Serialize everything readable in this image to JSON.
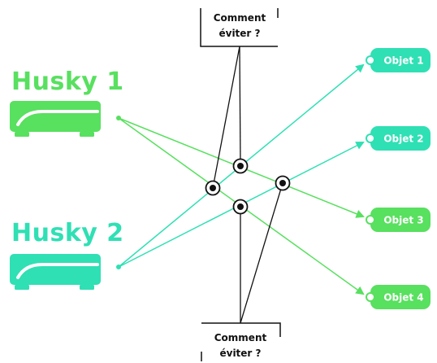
{
  "huskies": [
    {
      "title": "Husky 1",
      "color": "#58e05f"
    },
    {
      "title": "Husky 2",
      "color": "#2fe0b4"
    }
  ],
  "objects": [
    {
      "label": "Objet 1",
      "color": "#2fe0b4"
    },
    {
      "label": "Objet 2",
      "color": "#2fe0b4"
    },
    {
      "label": "Objet 3",
      "color": "#58e05f"
    },
    {
      "label": "Objet 4",
      "color": "#58e05f"
    }
  ],
  "comments": [
    {
      "line1": "Comment",
      "line2": "éviter ?"
    },
    {
      "line1": "Comment",
      "line2": "éviter ?"
    }
  ],
  "colors": {
    "husky1_green": "#58e05f",
    "husky2_teal": "#2fe0b4",
    "line_black": "#111111",
    "background": "#ffffff"
  }
}
